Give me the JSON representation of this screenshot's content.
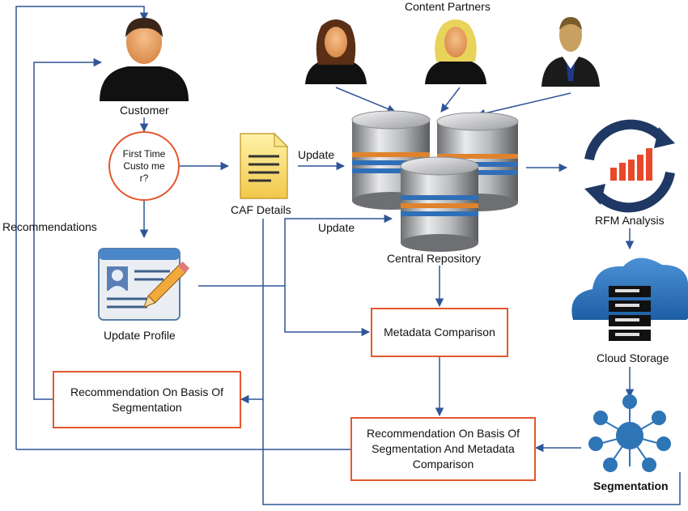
{
  "labels": {
    "content_partners": "Content Partners",
    "customer": "Customer",
    "first_time_customer": "First Time Custo mer?",
    "caf_details": "CAF Details",
    "update_top": "Update",
    "update_mid": "Update",
    "central_repository": "Central Repository",
    "rfm_analysis": "RFM Analysis",
    "recommendations": "Recommendations",
    "update_profile": "Update Profile",
    "cloud_storage": "Cloud Storage",
    "segmentation": "Segmentation"
  },
  "boxes": {
    "metadata_comparison": "Metadata Comparison",
    "rec_segmentation": "Recommendation On Basis Of Segmentation",
    "rec_seg_metadata": "Recommendation On Basis Of  Segmentation And Metadata Comparison"
  },
  "colors": {
    "arrow": "#2f5597",
    "line": "#5b7fb5",
    "box_border": "#e4572e",
    "cloud": "#2e75b6",
    "rfm_bar": "#e8492a",
    "rfm_cycle": "#1f3864"
  },
  "icons": [
    "person-icon",
    "database-icon",
    "document-icon",
    "profile-card-icon",
    "rfm-chart-icon",
    "cloud-server-icon",
    "network-hub-icon"
  ]
}
